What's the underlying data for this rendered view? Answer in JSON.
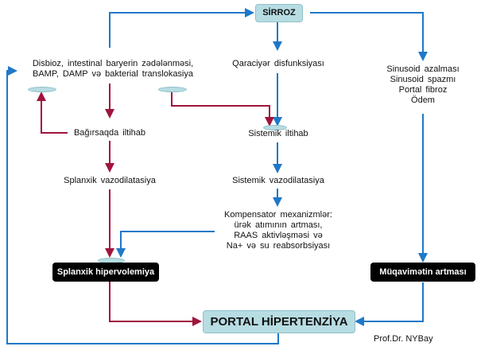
{
  "diagram": {
    "colors": {
      "blue": "#1f78c8",
      "red": "#a0143c",
      "teal_fill": "#b7dde3",
      "black": "#000000"
    },
    "nodes": {
      "sirroz": "SİRROZ",
      "disbioz_line1": "Disbioz, intestinal baryerin zədələnməsi,",
      "disbioz_line2": "BAMP, DAMP və bakterial translokasiya",
      "qaraciyer": "Qaraciyər disfunksiyası",
      "sinusoid_lines": [
        "Sinusoid azalması",
        "Sinusoid spazmı",
        "Portal fibroz",
        "Ödem"
      ],
      "bagirsaq": "Bağırsaqda iltihab",
      "sistemik_iltihab": "Sistemik iltihab",
      "splanxik_vazo": "Splanxik vazodilatasiya",
      "sistemik_vazo": "Sistemik vazodilatasiya",
      "kompensator_lines": [
        "Kompensator mexanizmlər:",
        "ürək atımının artması,",
        "RAAS aktivləşməsi və",
        "Na+ və su reabsorbsiyası"
      ],
      "splanxik_hiper": "Splanxik hipervolemiya",
      "muqavimet": "Müqavimətin artması",
      "portal": "PORTAL HİPERTENZİYA"
    },
    "author": "Prof.Dr. NYBay"
  }
}
